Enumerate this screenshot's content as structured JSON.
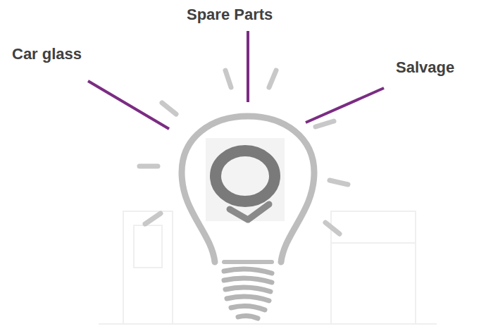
{
  "diagram": {
    "labels": [
      "Car glass",
      "Spare Parts",
      "Salvage"
    ]
  }
}
